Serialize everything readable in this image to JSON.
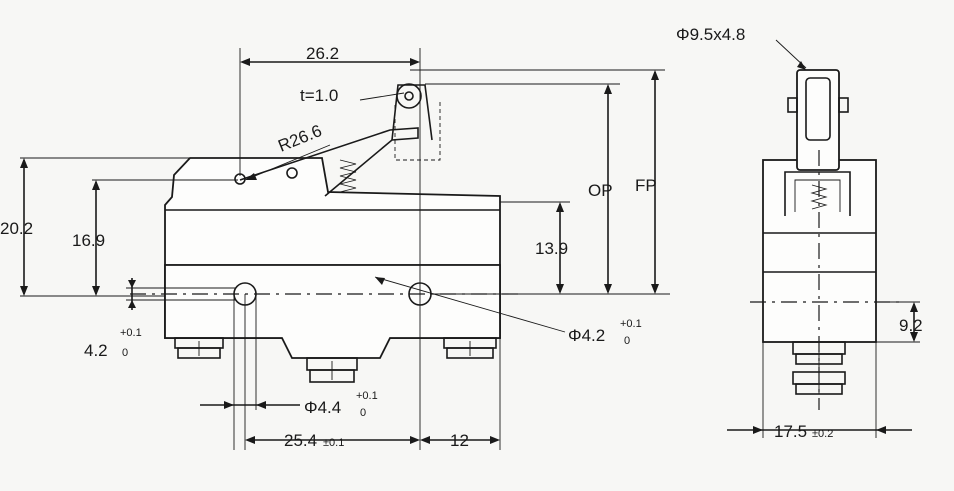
{
  "dimensions": {
    "d_26_2": "26.2",
    "t_1_0": "t=1.0",
    "r_26_6": "R26.6",
    "d_20_2": "20.2",
    "d_16_9": "16.9",
    "d_13_9": "13.9",
    "op": "OP",
    "fp": "FP",
    "hole_4_2_main": "4.2",
    "hole_4_2_tol_up": "+0.1",
    "hole_4_2_tol_low": "0",
    "phi_4_2_main": "Φ4.2",
    "phi_4_2_tol_up": "+0.1",
    "phi_4_2_tol_low": "0",
    "phi_4_4_main": "Φ4.4",
    "phi_4_4_tol_up": "+0.1",
    "phi_4_4_tol_low": "0",
    "d_25_4_main": "25.4",
    "d_25_4_tol": "±0.1",
    "d_12": "12",
    "phi_9_5": "Φ9.5x4.8",
    "d_9_2": "9.2",
    "d_17_5_main": "17.5",
    "d_17_5_tol": "±0.2"
  },
  "colors": {
    "line": "#1a1a1a",
    "paper": "#f7f7f5"
  }
}
